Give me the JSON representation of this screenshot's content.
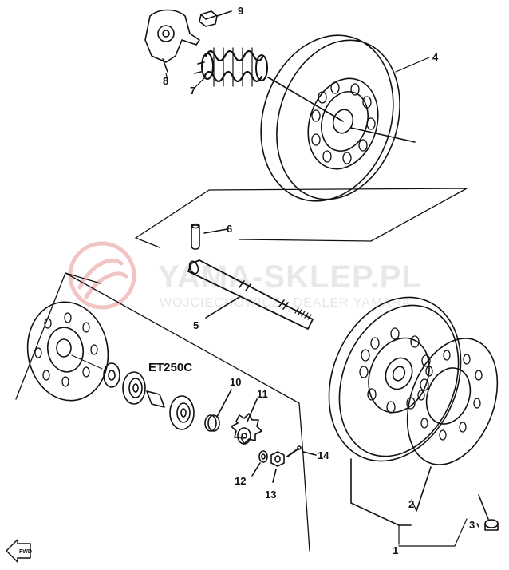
{
  "diagram": {
    "model_label": "ET250C",
    "callouts": [
      "1",
      "2",
      "3",
      "4",
      "5",
      "6",
      "7",
      "8",
      "9",
      "10",
      "11",
      "12",
      "13",
      "14"
    ],
    "watermark": {
      "main": "YAMA-SKLEP.PL",
      "sub": "WOJCIECHOWICZ | DEALER YAMAHA"
    },
    "front_arrow": "FWD"
  },
  "colors": {
    "ink": "#111111",
    "watermark": "#e6e6e6",
    "watermark_logo": "#f2c4c4"
  }
}
